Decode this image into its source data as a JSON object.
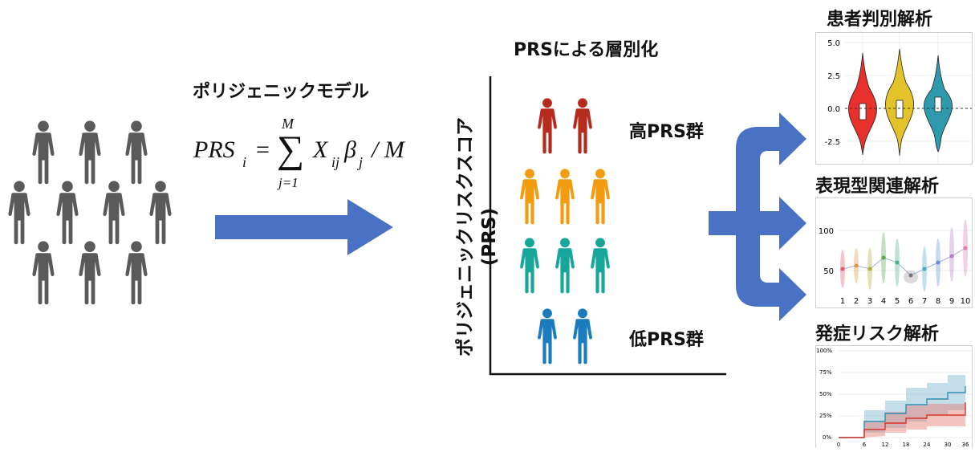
{
  "model_title": "ポリジェニックモデル",
  "formula": {
    "lhs": "PRS",
    "lhs_sub": "i",
    "equals": "=",
    "upper_limit": "M",
    "lower_limit": "j=1",
    "term_x": "X",
    "term_x_sub": "ij",
    "term_beta": "β",
    "term_beta_sub": "j",
    "divisor": "/ M"
  },
  "stratification_title": "PRSによる層別化",
  "axis_label_line1": "ポリジェニックリスクスコア",
  "axis_label_line2": "(PRS)",
  "high_group_label": "高PRS群",
  "low_group_label": "低PRS群",
  "group_colors": [
    "#b52b1d",
    "#f39c11",
    "#16a79a",
    "#1a7bbd"
  ],
  "person_icon_color": "#5a5a5a",
  "arrow_color": "#4a72c4",
  "panels": {
    "patient_discrimination": {
      "title": "患者判別解析",
      "y_ticks": [
        "5.0",
        "2.5",
        "0.0",
        "-2.5"
      ]
    },
    "phenotype_association": {
      "title": "表現型関連解析",
      "y_ticks": [
        "100",
        "50"
      ],
      "x_ticks": [
        "1",
        "2",
        "3",
        "4",
        "5",
        "6",
        "7",
        "8",
        "9",
        "10"
      ]
    },
    "onset_risk": {
      "title": "発症リスク解析",
      "y_ticks": [
        "100%",
        "75%",
        "50%",
        "25%",
        "0%"
      ],
      "x_ticks": [
        "0",
        "6",
        "12",
        "18",
        "24",
        "30",
        "36"
      ]
    }
  }
}
